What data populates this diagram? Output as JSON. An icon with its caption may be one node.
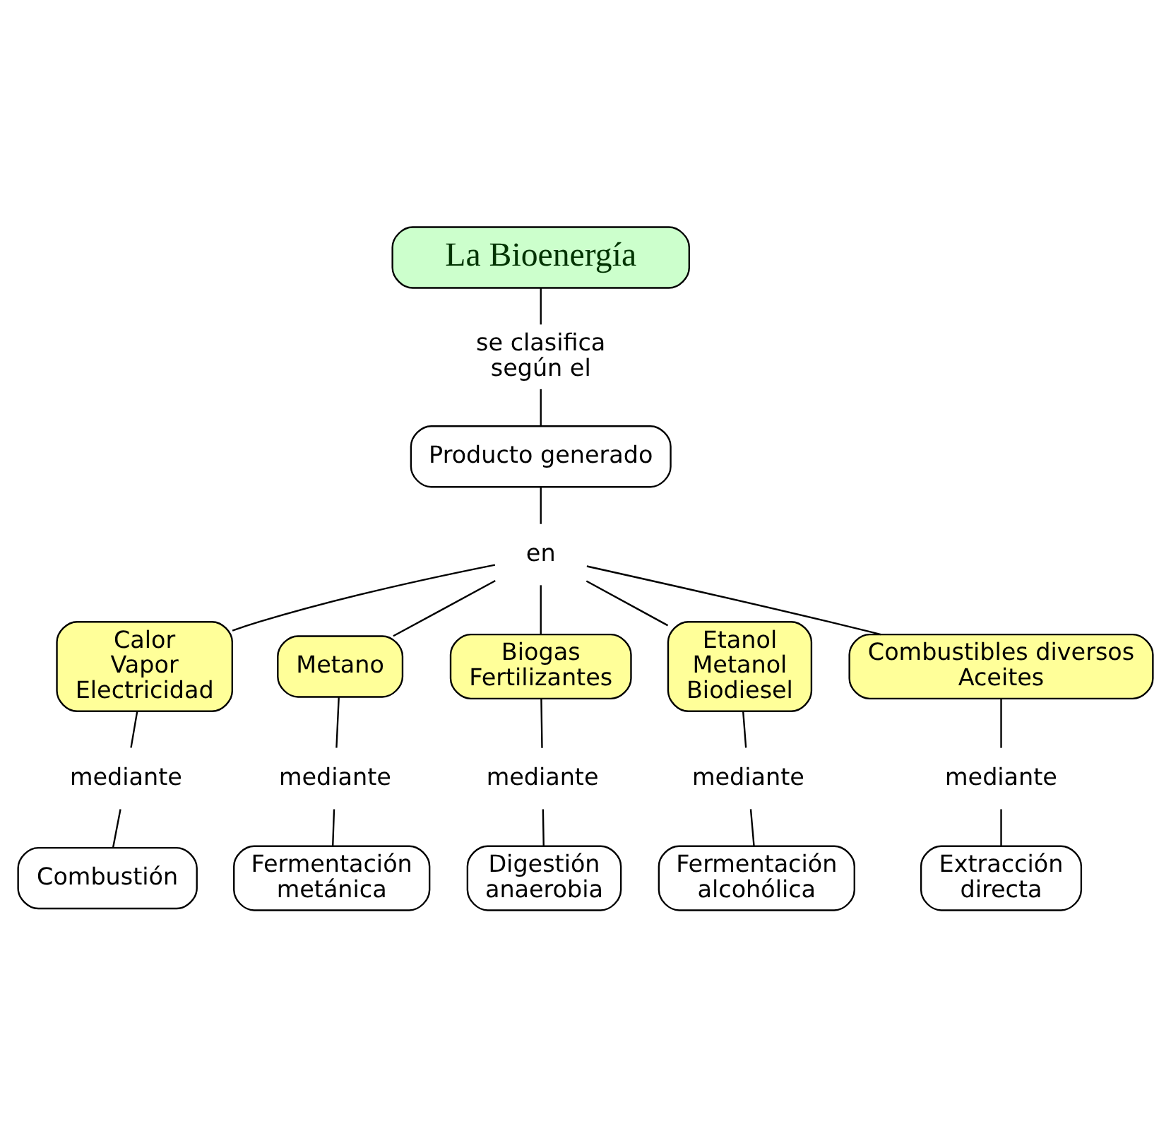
{
  "diagram": {
    "nodes": [
      {
        "text": [
          "La Bioenergía"
        ]
      },
      {
        "text": [
          "se clasifica según el"
        ]
      },
      {
        "text": [
          "Producto generado"
        ]
      },
      {
        "text": [
          "en"
        ]
      },
      {
        "text": [
          "Calor Vapor Electricidad"
        ]
      },
      {
        "text": [
          "Metano"
        ]
      },
      {
        "text": [
          "Biogas Fertilizantes"
        ]
      },
      {
        "text": [
          "Etanol Metanol Biodiesel"
        ]
      },
      {
        "text": [
          "mediante"
        ]
      },
      {
        "text": [
          "Combustión"
        ]
      },
      {
        "text": [
          "mediante"
        ]
      },
      {
        "text": [
          "Fermentación metánica"
        ]
      },
      {
        "text": [
          "mediante"
        ]
      },
      {
        "text": [
          "Digestión anaerobia"
        ]
      },
      {
        "text": [
          "mediante"
        ]
      },
      {
        "text": [
          "Fermentación alcohólica"
        ]
      },
      {
        "text": [
          "Combustibles diversos Aceites"
        ]
      },
      {
        "text": [
          "mediante"
        ]
      },
      {
        "text": [
          "Extracción directa"
        ]
      }
    ],
    "edges": [
      {
        "from": 0,
        "to": 1,
        "arrow": "none"
      },
      {
        "from": 1,
        "to": 2,
        "arrow": "none"
      },
      {
        "from": 2,
        "to": 3,
        "arrow": "none"
      },
      {
        "from": 3,
        "to": 4,
        "arrow": "none"
      },
      {
        "from": 3,
        "to": 5,
        "arrow": "none"
      },
      {
        "from": 3,
        "to": 16,
        "arrow": "none"
      },
      {
        "from": 3,
        "to": 6,
        "arrow": "none"
      },
      {
        "from": 3,
        "to": 7,
        "arrow": "none"
      },
      {
        "from": 4,
        "to": 8,
        "arrow": "none"
      },
      {
        "from": 8,
        "to": 9,
        "arrow": "none"
      },
      {
        "from": 5,
        "to": 10,
        "arrow": "none"
      },
      {
        "from": 10,
        "to": 11,
        "arrow": "none"
      },
      {
        "from": 6,
        "to": 12,
        "arrow": "none"
      },
      {
        "from": 12,
        "to": 13,
        "arrow": "none"
      },
      {
        "from": 7,
        "to": 14,
        "arrow": "none"
      },
      {
        "from": 14,
        "to": 15,
        "arrow": "none"
      },
      {
        "from": 16,
        "to": 17,
        "arrow": "none"
      },
      {
        "from": 17,
        "to": 18,
        "arrow": "none"
      }
    ]
  }
}
